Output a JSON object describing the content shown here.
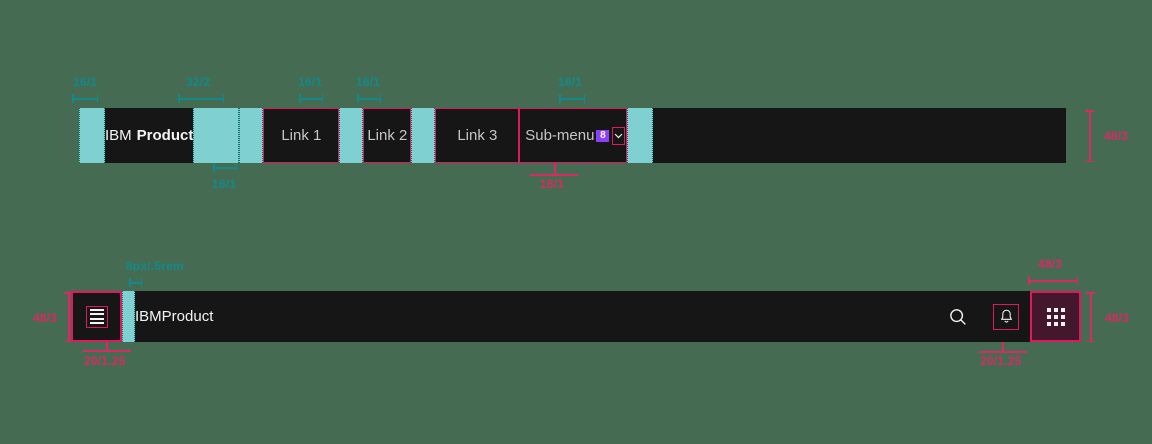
{
  "canvas": {
    "background": "#456c52"
  },
  "colors": {
    "teal": "#128a8a",
    "teal_fill": "#7fd1d1",
    "pink": "#e0195f",
    "pink_text": "#d62b63",
    "dark": "#161616",
    "purple_badge": "#8a3ffc",
    "appswitch_bg": "#43182c",
    "text_light": "#f4f4f4"
  },
  "top_nav": {
    "brand": {
      "prefix": "IBM",
      "name": "Product"
    },
    "links": [
      {
        "label": "Link 1"
      },
      {
        "label": "Link 2"
      },
      {
        "label": "Link 3"
      }
    ],
    "submenu": {
      "label": "Sub-menu",
      "badge": "8",
      "chevron_icon": "chevron-down-icon"
    }
  },
  "header": {
    "menu_icon": "hamburger-menu-icon",
    "brand": {
      "prefix": "IBM",
      "name": "Product"
    },
    "actions": [
      {
        "icon": "search-icon"
      },
      {
        "icon": "notification-bell-icon"
      },
      {
        "icon": "app-switcher-icon"
      }
    ]
  },
  "annotations": {
    "top": {
      "a1": "16/1",
      "a2": "32/2",
      "a3": "16/1",
      "a4": "16/1",
      "a5": "16/1",
      "below_brand": "16/1",
      "below_submenu": "16/1",
      "right_height": "48/3"
    },
    "bottom": {
      "gap_label": "8px/.5rem",
      "left_height": "48/3",
      "menu_icon_size": "20/1.25",
      "bell_icon_size": "20/1.25",
      "appswitch_width": "48/3",
      "appswitch_height": "48/3"
    }
  }
}
